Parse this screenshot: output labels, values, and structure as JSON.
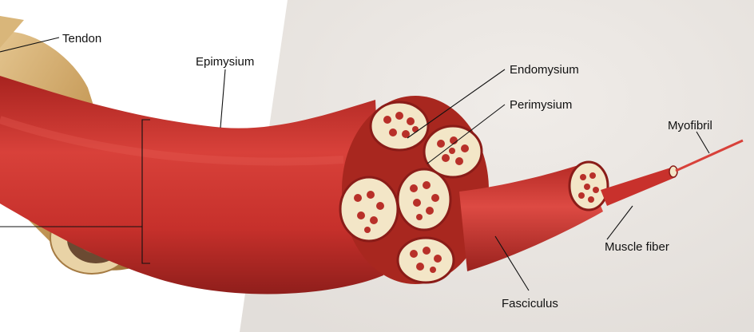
{
  "labels": {
    "tendon": "Tendon",
    "epimysium": "Epimysium",
    "endomysium": "Endomysium",
    "perimysium": "Perimysium",
    "myofibril": "Myofibril",
    "muscle_fiber": "Muscle fiber",
    "fasciculus": "Fasciculus"
  },
  "colors": {
    "muscle": "#c8312c",
    "muscle_dark": "#9e2420",
    "muscle_light": "#e0504a",
    "fiber_cross_section": "#f3e6c7",
    "tendon": "#c79a5a",
    "bone_marrow": "#6b4a32",
    "page_background": "#d8d1ca"
  }
}
